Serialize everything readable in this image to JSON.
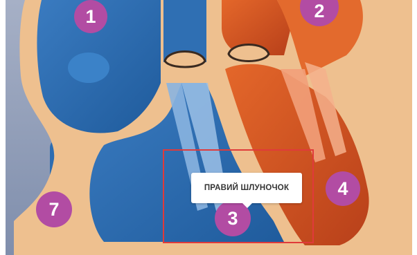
{
  "markers": [
    {
      "number": "1",
      "label": null
    },
    {
      "number": "2",
      "label": null
    },
    {
      "number": "3",
      "label": null
    },
    {
      "number": "4",
      "label": null
    },
    {
      "number": "7",
      "label": null
    }
  ],
  "tooltip": {
    "text": "ПРАВИЙ ШЛУНОЧОК"
  },
  "colors": {
    "background": "#8d9bb6",
    "marker": "#b24ca3",
    "tissue": "#eec08f",
    "blue_chamber": "#2f71b5",
    "red_chamber": "#d4541e",
    "highlight": "#e03a3a"
  }
}
